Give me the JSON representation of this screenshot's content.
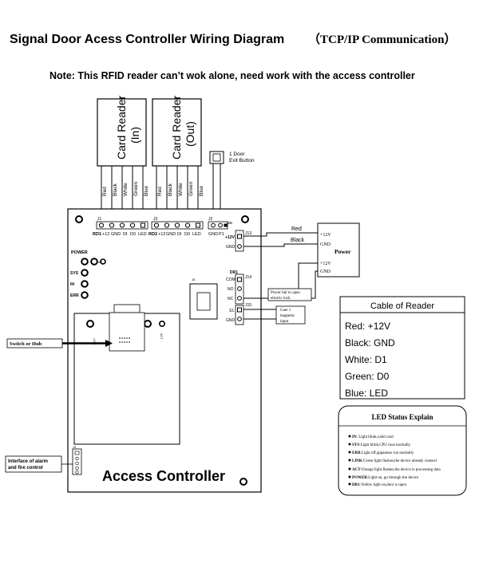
{
  "title": {
    "main": "Signal Door Acess Controller Wiring Diagram",
    "paren": "（TCP/IP Communication）"
  },
  "note": "Note: This RFID reader can’t wok alone, need work with the access controller",
  "readers": {
    "in": {
      "line1": "Card Reader",
      "line2": "(In)"
    },
    "out": {
      "line1": "Card Reader",
      "line2": "(Out)"
    },
    "wires": [
      "Red",
      "Black",
      "White",
      "Green",
      "Blue"
    ]
  },
  "exit_button": {
    "line1": "1 Door",
    "line2": "Exit Button"
  },
  "connectors": {
    "j1": "J1",
    "j3": "J3",
    "j2": "J2",
    "rd1_pins": [
      "RD1",
      "+12",
      "GND",
      "DI",
      "D0",
      "LED"
    ],
    "rd2_pins": [
      "RD2",
      "+12",
      "GND",
      "DI",
      "D0",
      "LED"
    ],
    "j2_pins": [
      "GND",
      "P1",
      "BB"
    ],
    "j13": "J13",
    "j13_pins": [
      "+12V",
      "GND"
    ],
    "j14": "J14",
    "dr1": "DR1",
    "j14_pins": [
      "COM",
      "NO",
      "NC"
    ],
    "j15": "J15",
    "j15_pins": [
      "S1",
      "GND"
    ],
    "j6": "J6",
    "jx": "J4"
  },
  "wire_labels": {
    "red": "Red",
    "black": "Black"
  },
  "power": {
    "label": "Power",
    "v1": "+12V",
    "g1": "GND",
    "v2": "+12V",
    "g2": "GND"
  },
  "lock_box": {
    "line1": "Power fail to open",
    "line2": "electric lock"
  },
  "gate_box": {
    "line1": "Gate 1",
    "line2": "magnetic",
    "line3": "input"
  },
  "indicators": {
    "power": "POWER",
    "sys": "SYS",
    "in": "IN",
    "err": "ERR",
    "pwr_sub": "AC"
  },
  "ethernet": {
    "link": "LINK",
    "act": "ACT"
  },
  "switch_label": "Switch or Hub",
  "alarm_label": {
    "line1": "Interface of alarm",
    "line2": "and fire control"
  },
  "board_title": "Access Controller",
  "cable": {
    "title": "Cable of Reader",
    "rows": [
      "Red: +12V",
      "Black: GND",
      "White: D1",
      "Green: D0",
      "Blue: LED"
    ]
  },
  "led_status": {
    "title": "LED Status Explain",
    "items": [
      {
        "key": "IN",
        "text": ": Light blink,valid card"
      },
      {
        "key": "SYS",
        "text": ":Light blink,CPU runs normally"
      },
      {
        "key": "ERR",
        "text": ":Light off,apparatus run normally"
      },
      {
        "key": "LINK",
        "text": ":Green light flashes,the device already connect"
      },
      {
        "key": "ACT",
        "text": ":Orange light flashes,the device is processing data"
      },
      {
        "key": "POWER",
        "text": ":Light on, go through the device"
      },
      {
        "key": "DR1",
        "text": ":Yellow light on,door is open"
      }
    ]
  }
}
